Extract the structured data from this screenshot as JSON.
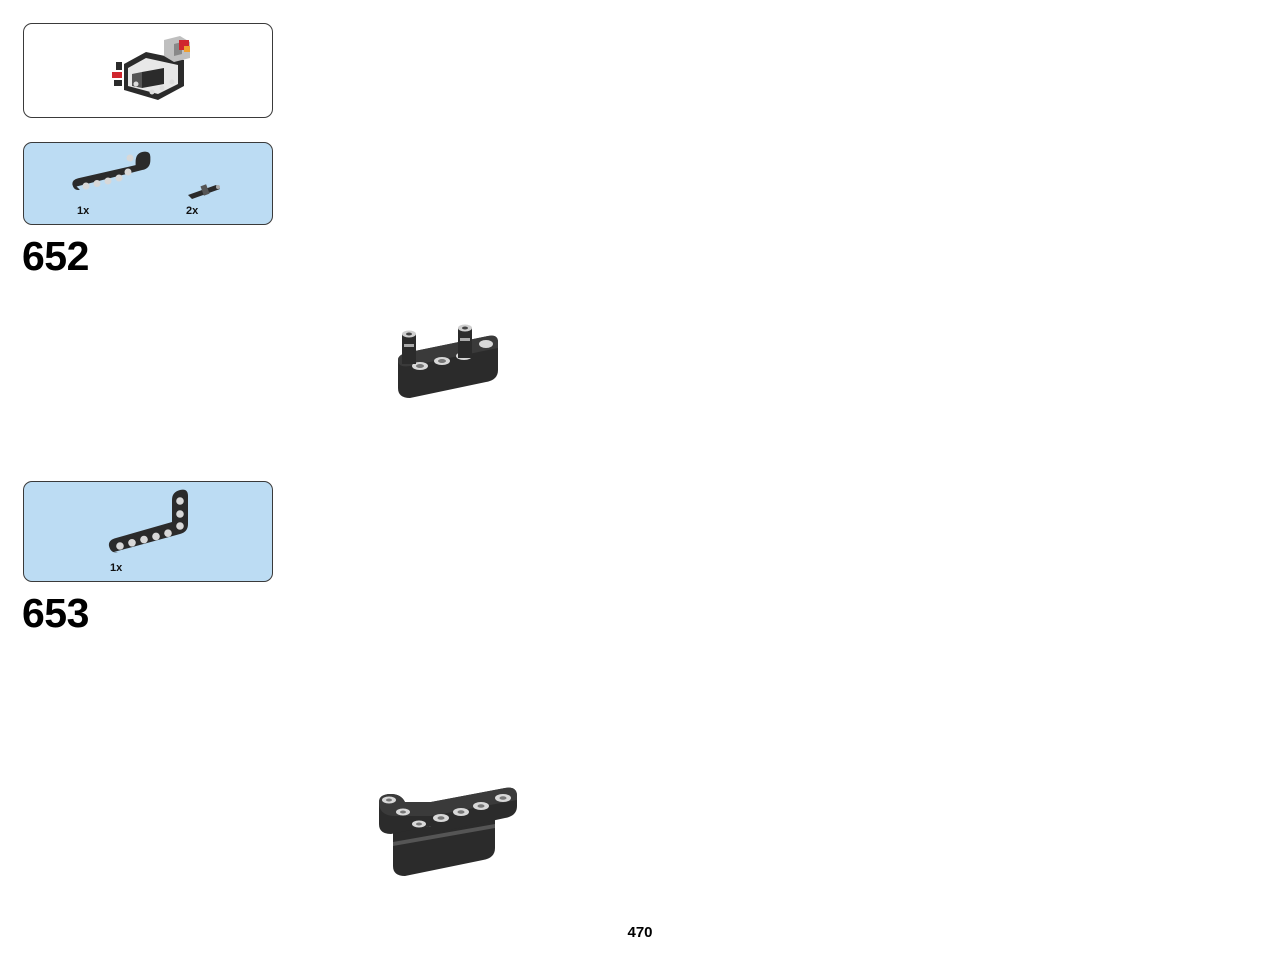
{
  "callout": {
    "icon": "submodel-assembly-illustration"
  },
  "steps": [
    {
      "number": "652",
      "parts": [
        {
          "quantity": "1x",
          "icon": "l-beam-3x2-part"
        },
        {
          "quantity": "2x",
          "icon": "pin-part"
        }
      ]
    },
    {
      "number": "653",
      "parts": [
        {
          "quantity": "1x",
          "icon": "l-beam-3x5-part"
        }
      ]
    }
  ],
  "page": {
    "number": "470"
  },
  "colors": {
    "parts_list_background": "#bcdcf3",
    "part_dark": "#2b2b2b",
    "accent_red": "#d0262e"
  }
}
